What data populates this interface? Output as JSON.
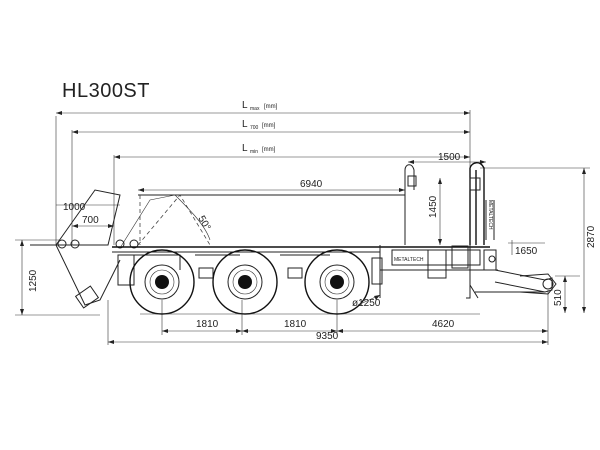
{
  "title": "HL300ST",
  "dimensions": {
    "l_max_main": "L",
    "l_max_sub": "max",
    "l_max_unit": "[mm]",
    "l_700_main": "L",
    "l_700_sub": "700",
    "l_700_unit": "[mm]",
    "l_min_main": "L",
    "l_min_sub": "min",
    "l_min_unit": "[mm]",
    "d6940": "6940",
    "d1500": "1500",
    "d1450": "1450",
    "d1000": "1000",
    "d700": "700",
    "d1250": "1250",
    "angle": "50°",
    "d2870": "2870",
    "d1650": "1650",
    "d510": "510",
    "wheel": "ø1250",
    "d1810a": "1810",
    "d1810b": "1810",
    "d4620": "4620",
    "d9350": "9350"
  },
  "markings": {
    "brand_side": "METALTECH",
    "brand_plate": "METALTECH"
  },
  "colors": {
    "line": "#222222",
    "wheel_hub": "#111111"
  }
}
